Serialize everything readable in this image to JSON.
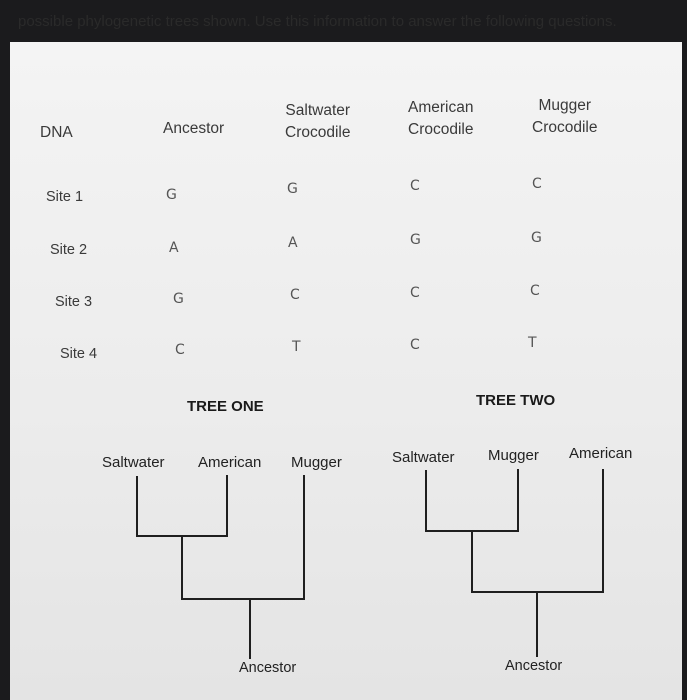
{
  "intro": "possible phylogenetic trees shown. Use this information to answer the following questions.",
  "table": {
    "col_dna": "DNA",
    "col_ancestor": "Ancestor",
    "col_saltwater": [
      "Saltwater",
      "Crocodile"
    ],
    "col_american": [
      "American",
      "Crocodile"
    ],
    "col_mugger": [
      "Mugger",
      "Crocodile"
    ],
    "rows": [
      {
        "label": "Site 1",
        "ancestor": "G",
        "saltwater": "G",
        "american": "C",
        "mugger": "C"
      },
      {
        "label": "Site 2",
        "ancestor": "A",
        "saltwater": "A",
        "american": "G",
        "mugger": "G"
      },
      {
        "label": "Site 3",
        "ancestor": "G",
        "saltwater": "C",
        "american": "C",
        "mugger": "C"
      },
      {
        "label": "Site 4",
        "ancestor": "C",
        "saltwater": "T",
        "american": "C",
        "mugger": "T"
      }
    ]
  },
  "tree_one": {
    "title": "TREE ONE",
    "leaves": [
      "Saltwater",
      "American",
      "Mugger"
    ],
    "root": "Ancestor"
  },
  "tree_two": {
    "title": "TREE TWO",
    "leaves": [
      "Saltwater",
      "Mugger",
      "American"
    ],
    "root": "Ancestor"
  }
}
